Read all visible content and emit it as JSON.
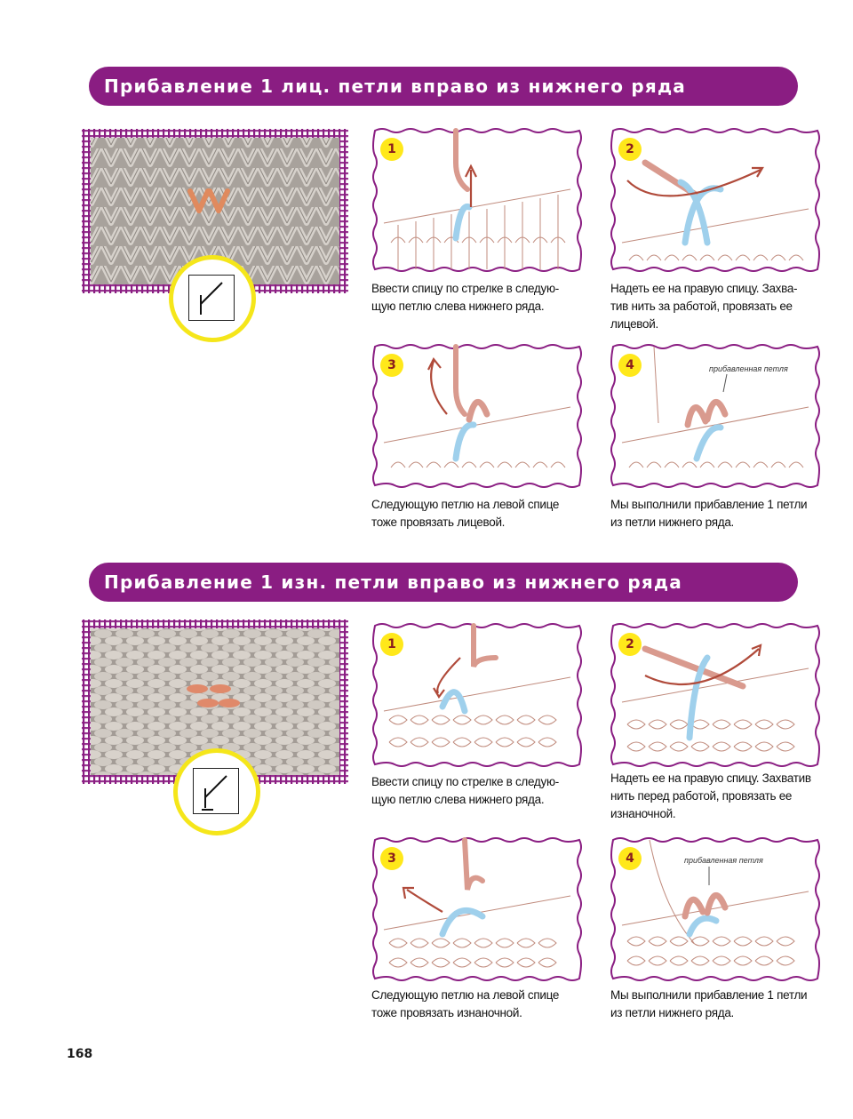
{
  "sections": [
    {
      "title": "Прибавление 1 лиц. петли вправо из нижнего ряда",
      "steps": [
        {
          "num": "1",
          "caption": "Ввести спицу по стрелке в следую-\nщую петлю слева нижнего ряда.",
          "note": ""
        },
        {
          "num": "2",
          "caption": "Надеть ее на правую спицу. Захва-\nтив нить за работой, провязать ее\nлицевой.",
          "note": ""
        },
        {
          "num": "3",
          "caption": "Следующую петлю на левой спице\nтоже провязать лицевой.",
          "note": ""
        },
        {
          "num": "4",
          "caption": "Мы выполнили прибавление 1 петли\nиз петли нижнего ряда.",
          "note": "прибавленная петля"
        }
      ]
    },
    {
      "title": "Прибавление 1 изн. петли вправо из нижнего ряда",
      "steps": [
        {
          "num": "1",
          "caption": "Ввести спицу по стрелке в следую-\nщую петлю слева нижнего ряда.",
          "note": ""
        },
        {
          "num": "2",
          "caption": "Надеть ее на правую спицу. Захватив\nнить перед работой, провязать ее\nизнаночной.",
          "note": ""
        },
        {
          "num": "3",
          "caption": "Следующую петлю на левой спице\nтоже провязать изнаночной.",
          "note": ""
        },
        {
          "num": "4",
          "caption": "Мы выполнили прибавление 1 петли\nиз петли нижнего ряда.",
          "note": "прибавленная петля"
        }
      ]
    }
  ],
  "page_number": "168",
  "colors": {
    "banner": "#8a1d82",
    "frame": "#8a1d82",
    "badge": "#ffe81a",
    "symbol_ring": "#f5e61a",
    "yarn_main": "#d99a8e",
    "yarn_added": "#9fd0ec",
    "arrow": "#b04a3a"
  }
}
